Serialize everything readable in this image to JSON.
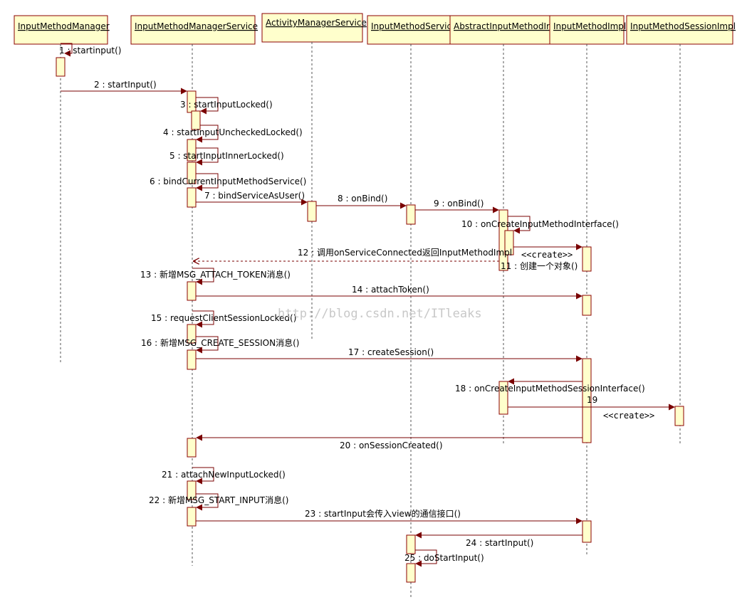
{
  "participants": [
    "InputMethodManager",
    "InputMethodManagerService",
    "ActivityManagerService",
    "InputMethodService",
    "AbstractInputMethodImpl",
    "InputMethodImpl",
    "InputMethodSessionImpl"
  ],
  "messages": [
    {
      "label": "1 : startinput()",
      "from": 0,
      "to": 0
    },
    {
      "label": "2 : startInput()",
      "from": 0,
      "to": 1
    },
    {
      "label": "3 : startInputLocked()",
      "from": 1,
      "to": 1
    },
    {
      "label": "4 : startInputUncheckedLocked()",
      "from": 1,
      "to": 1
    },
    {
      "label": "5 : startInputInnerLocked()",
      "from": 1,
      "to": 1
    },
    {
      "label": "6 : bindCurrentInputMethodService()",
      "from": 1,
      "to": 1
    },
    {
      "label": "7 : bindServiceAsUser()",
      "from": 1,
      "to": 2
    },
    {
      "label": "8 : onBind()",
      "from": 2,
      "to": 3
    },
    {
      "label": "9 : onBind()",
      "from": 3,
      "to": 4
    },
    {
      "label": "10 : onCreateInputMethodInterface()",
      "from": 4,
      "to": 4
    },
    {
      "label": "11 : 创建一个对象()",
      "from": 4,
      "to": 5
    },
    {
      "label": "12 : 调用onServiceConnected返回InputMethodImpl",
      "from": 4,
      "to": 1
    },
    {
      "label": "13 : 新增MSG_ATTACH_TOKEN消息()",
      "from": 1,
      "to": 1
    },
    {
      "label": "14 : attachToken()",
      "from": 1,
      "to": 5
    },
    {
      "label": "15 : requestClientSessionLocked()",
      "from": 1,
      "to": 1
    },
    {
      "label": "16 : 新增MSG_CREATE_SESSION消息()",
      "from": 1,
      "to": 1
    },
    {
      "label": "17 : createSession()",
      "from": 1,
      "to": 5
    },
    {
      "label": "18 : onCreateInputMethodSessionInterface()",
      "from": 5,
      "to": 4
    },
    {
      "label": "19",
      "from": 4,
      "to": 6
    },
    {
      "label": "20 : onSessionCreated()",
      "from": 5,
      "to": 1
    },
    {
      "label": "21 : attachNewInputLocked()",
      "from": 1,
      "to": 1
    },
    {
      "label": "22 : 新增MSG_START_INPUT消息()",
      "from": 1,
      "to": 1
    },
    {
      "label": "23 : startInput会传入view的通信接口()",
      "from": 1,
      "to": 5
    },
    {
      "label": "24 : startInput()",
      "from": 5,
      "to": 3
    },
    {
      "label": "25 : doStartInput()",
      "from": 3,
      "to": 3
    }
  ],
  "stereotypes": [
    "<<create>>",
    "<<create>>"
  ],
  "watermark": "http://blog.csdn.net/ITleaks",
  "colors": {
    "box_fill": "#ffffcc",
    "box_border": "#8b0000",
    "arrow": "#7a0000",
    "lifeline": "#555555"
  }
}
